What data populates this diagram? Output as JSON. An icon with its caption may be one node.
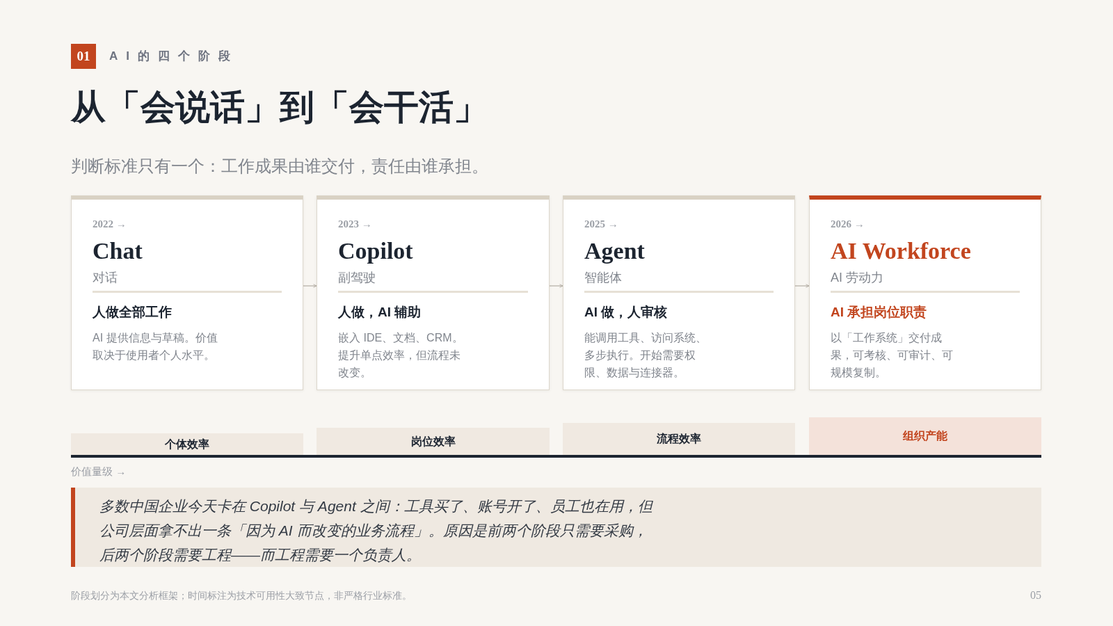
{
  "diagram": {
    "title": "从「会说话」到「会干活」",
    "caption": "阶段划分为本文分析框架；时间标注为技术可用性大致节点，非严格行业标准。",
    "nodes": [
      {
        "text": [
          "01"
        ]
      },
      {
        "text": [
          "2022 →",
          "Chat",
          "对话",
          "人做全部工作",
          "AI 提供信息与草稿。价值取决于使用者个人水平。"
        ]
      },
      {
        "text": [
          "2023 →",
          "Copilot",
          "副驾驶",
          "人做，AI 辅助",
          "嵌入 IDE、文档、CRM。提升单点效率，但流程未改变。"
        ]
      },
      {
        "text": [
          "2025 →",
          "Agent",
          "智能体",
          "AI 做，人审核",
          "能调用工具、访问系统、多步执行。开始需要权限、数据与连接器。"
        ]
      },
      {
        "text": [
          "2026 →",
          "AI Workforce",
          "AI 劳动力",
          "AI 承担岗位职责",
          "以「工作系统」交付成果，可考核、可审计、可规模复制。"
        ]
      },
      {
        "text": [
          "个体效率"
        ]
      },
      {
        "text": [
          "岗位效率"
        ]
      },
      {
        "text": [
          "流程效率"
        ]
      },
      {
        "text": [
          "组织产能"
        ]
      },
      {
        "text": [
          "多数中国企业今天卡在 Copilot 与 Agent 之间：工具买了、账号开了、员工也在用，但公司层面拿不出一条「因为 AI 而改变的业务流程」。原因是前两个阶段只需要采购，后两个阶段需要工程——而工程需要一个负责人。"
        ]
      }
    ],
    "edges": [
      {
        "from": 1,
        "to": 2,
        "arrow": "to"
      },
      {
        "from": 2,
        "to": 3,
        "arrow": "to"
      },
      {
        "from": 3,
        "to": 4,
        "arrow": "to"
      }
    ],
    "labels": [
      "AI的四个阶段",
      "判断标准只有一个：工作成果由谁交付，责任由谁承担。",
      "价值量级 →",
      "05"
    ]
  }
}
